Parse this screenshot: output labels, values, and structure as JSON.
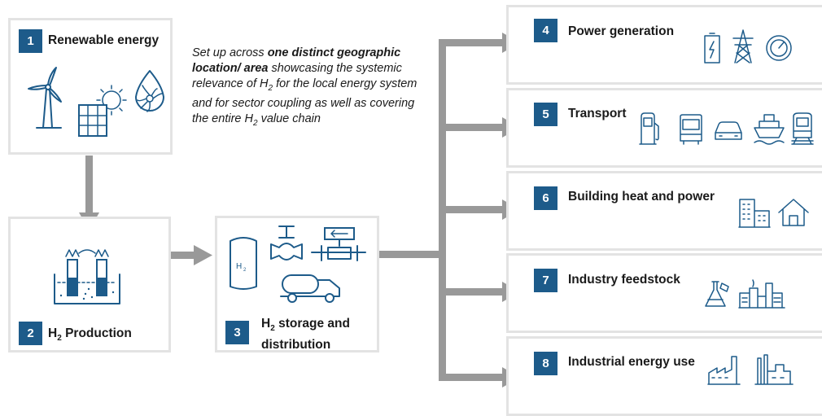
{
  "intro": {
    "part1": "Set up across ",
    "bold": "one distinct geographic location/ area",
    "part2": " showcasing the systemic relevance of ",
    "h": "H",
    "sub": "2",
    "part3": " for the local energy system and for sector coupling  as well as covering the entire ",
    "h2": "H",
    "sub2": "2",
    "part4": " value chain"
  },
  "boxes": {
    "renewable": {
      "num": "1",
      "label": "Renewable energy"
    },
    "production": {
      "num": "2",
      "pre": "H",
      "sub": "2",
      "post": " Production"
    },
    "storage": {
      "num": "3",
      "pre": "H",
      "sub": "2",
      "line1": " storage and",
      "line2": "distribution",
      "tank_label": "H",
      "tank_sub": "2"
    },
    "power": {
      "num": "4",
      "label": "Power generation"
    },
    "transport": {
      "num": "5",
      "label": "Transport"
    },
    "building": {
      "num": "6",
      "label": "Building heat and power"
    },
    "industry_feed": {
      "num": "7",
      "label": "Industry feedstock"
    },
    "industry_energy": {
      "num": "8",
      "label": "Industrial energy use"
    }
  },
  "colors": {
    "accent": "#1d5b8a",
    "arrow": "#999999",
    "border": "#e3e3e3"
  }
}
